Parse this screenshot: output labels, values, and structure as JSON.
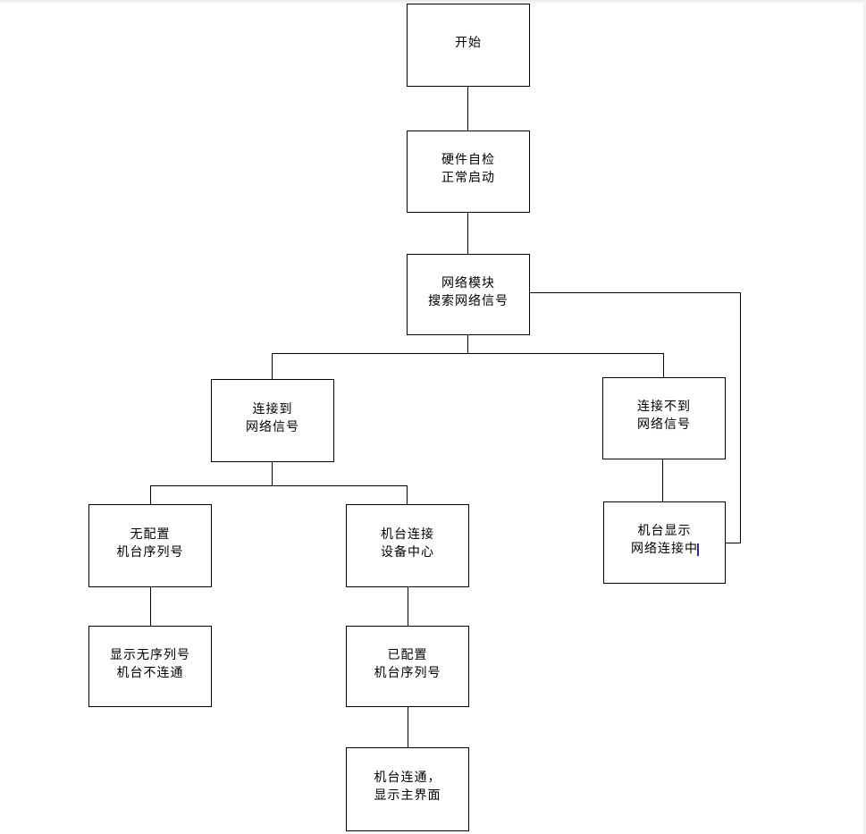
{
  "flowchart": {
    "kind": "flowchart",
    "nodes": {
      "start": {
        "lines": [
          "开始"
        ]
      },
      "self_check": {
        "lines": [
          "硬件自检",
          "正常启动"
        ]
      },
      "network_search": {
        "lines": [
          "网络模块",
          "搜索网络信号"
        ]
      },
      "connected": {
        "lines": [
          "连接到",
          "网络信号"
        ]
      },
      "not_connected": {
        "lines": [
          "连接不到",
          "网络信号"
        ]
      },
      "no_serial_config": {
        "lines": [
          "无配置",
          "机台序列号"
        ]
      },
      "connect_dev_center": {
        "lines": [
          "机台连接",
          "设备中心"
        ]
      },
      "show_connecting": {
        "lines": [
          "机台显示",
          "网络连接中"
        ]
      },
      "show_no_serial": {
        "lines": [
          "显示无序列号",
          "机台不连通"
        ]
      },
      "serial_configured": {
        "lines": [
          "已配置",
          "机台序列号"
        ]
      },
      "show_main_ui": {
        "lines": [
          "机台连通，",
          "显示主界面"
        ]
      }
    },
    "edges": [
      "start -> self_check",
      "self_check -> network_search",
      "network_search -> connected",
      "network_search -> not_connected",
      "connected -> no_serial_config",
      "connected -> connect_dev_center",
      "no_serial_config -> show_no_serial",
      "connect_dev_center -> serial_configured",
      "serial_configured -> show_main_ui",
      "not_connected -> show_connecting",
      "show_connecting -> network_search"
    ]
  },
  "colors": {
    "box_border": "#000000",
    "box_fill": "#ffffff",
    "connector": "#000000",
    "text": "#000000",
    "caret": "#2a2a9a",
    "page_edge": "#ededed",
    "background": "#ffffff"
  }
}
